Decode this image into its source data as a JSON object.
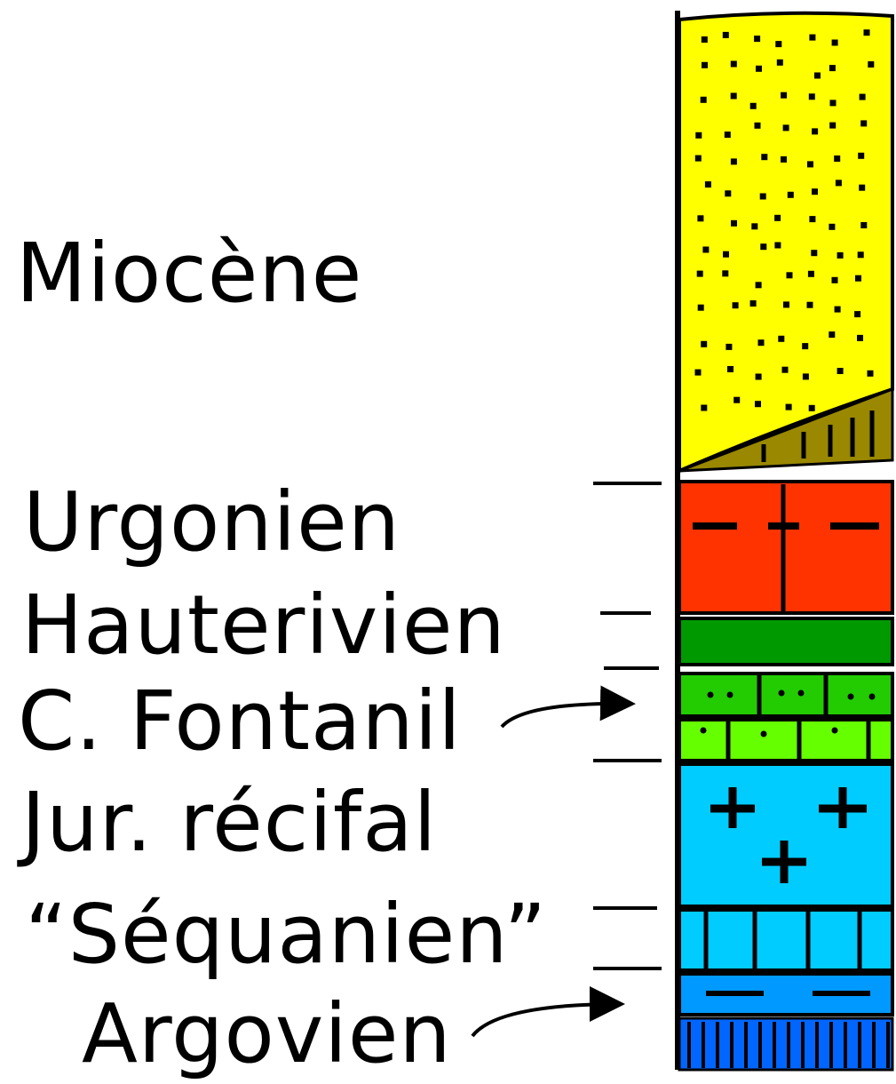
{
  "labels": {
    "miocene": "Miocène",
    "urgonien": "Urgonien",
    "hauterivien": "Hauterivien",
    "fontanil": "C. Fontanil",
    "jur_recifal": "Jur. récifal",
    "sequanien": "“Séquanien”",
    "argovien": "Argovien"
  },
  "colors": {
    "miocene": "#ffff00",
    "wedge": "#998800",
    "urgonien": "#ff3300",
    "hauterivien": "#009900",
    "fontanil_upper": "#22cc00",
    "fontanil_lower": "#66ff00",
    "jur_recifal": "#00ccff",
    "sequanien": "#00ccff",
    "argovien_upper": "#0099ff",
    "argovien_lower": "#0066ff"
  }
}
